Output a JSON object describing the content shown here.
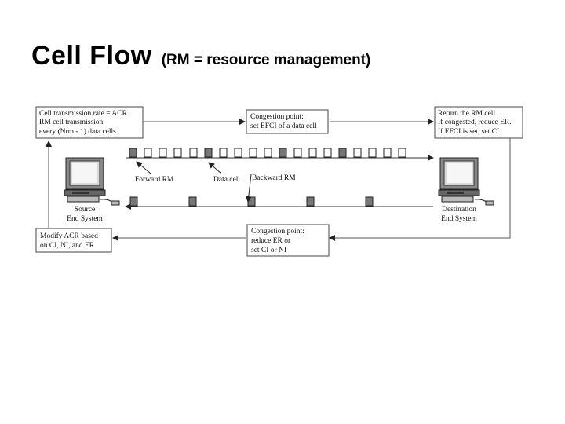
{
  "title": "Cell Flow",
  "subtitle": "(RM = resource management)",
  "boxes": {
    "source_rate": [
      "Cell transmission rate = ACR",
      "RM cell transmission",
      "every (Nrm - 1) data cells"
    ],
    "congestion_forward": [
      "Congestion point:",
      "set EFCI of a data cell"
    ],
    "destination_return": [
      "Return the RM cell.",
      "If congested, reduce ER.",
      "If EFCI is set, set CI."
    ],
    "source_modify": [
      "Modify ACR based",
      "on CI, NI, and ER"
    ],
    "congestion_backward": [
      "Congestion point:",
      "reduce ER or",
      "set CI or NI"
    ]
  },
  "labels": {
    "forward_rm": "Forward RM",
    "data_cell": "Data cell",
    "backward_rm": "Backward RM",
    "source": [
      "Source",
      "End System"
    ],
    "destination": [
      "Destination",
      "End System"
    ]
  },
  "icons": {
    "source_computer": "desktop-computer-icon",
    "destination_computer": "desktop-computer-icon"
  }
}
